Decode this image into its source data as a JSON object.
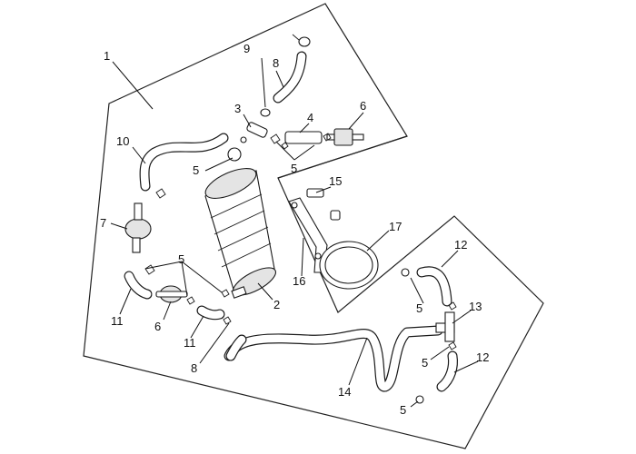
{
  "diagram": {
    "type": "exploded-parts-diagram",
    "callouts": [
      {
        "key": "frame_main",
        "label": "1"
      },
      {
        "key": "canister",
        "label": "2"
      },
      {
        "key": "joint_top",
        "label": "3"
      },
      {
        "key": "hose_short_top",
        "label": "4"
      },
      {
        "key": "clip_top_a",
        "label": "5"
      },
      {
        "key": "clip_left",
        "label": "5"
      },
      {
        "key": "clip_mid",
        "label": "5"
      },
      {
        "key": "clip_right_a",
        "label": "5"
      },
      {
        "key": "clip_right_b",
        "label": "5"
      },
      {
        "key": "clip_right_c",
        "label": "5"
      },
      {
        "key": "valve_top",
        "label": "6"
      },
      {
        "key": "valve_bottom",
        "label": "6"
      },
      {
        "key": "filter",
        "label": "7"
      },
      {
        "key": "hose_top",
        "label": "8"
      },
      {
        "key": "hose_bottom",
        "label": "8"
      },
      {
        "key": "clamp_top",
        "label": "9"
      },
      {
        "key": "hose_left_long",
        "label": "10"
      },
      {
        "key": "hose_small_left",
        "label": "11"
      },
      {
        "key": "hose_small_mid",
        "label": "11"
      },
      {
        "key": "hose_right_top",
        "label": "12"
      },
      {
        "key": "hose_right_bottom",
        "label": "12"
      },
      {
        "key": "tee_joint",
        "label": "13"
      },
      {
        "key": "hose_long_bottom",
        "label": "14"
      },
      {
        "key": "bolt",
        "label": "15"
      },
      {
        "key": "bracket",
        "label": "16"
      },
      {
        "key": "band",
        "label": "17"
      }
    ]
  }
}
